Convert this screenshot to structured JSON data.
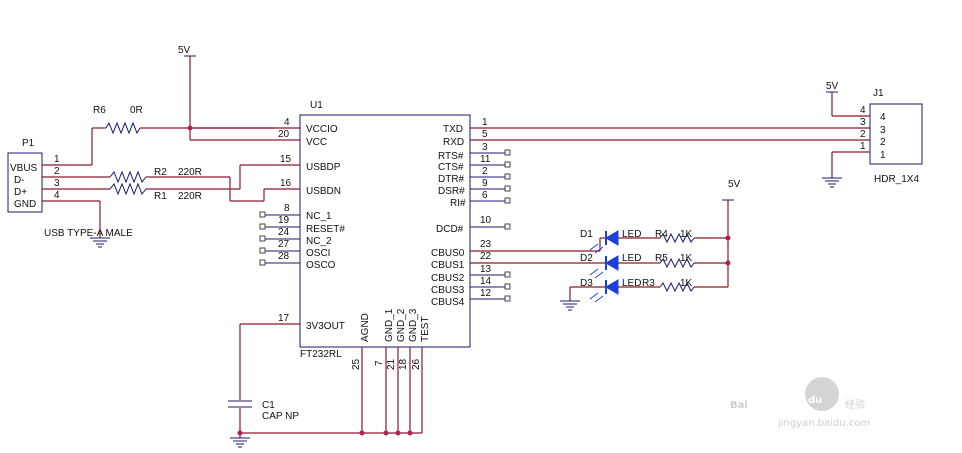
{
  "supply": {
    "label": "5V"
  },
  "p1": {
    "ref": "P1",
    "value": "USB TYPE-A MALE",
    "pins": [
      {
        "name": "VBUS",
        "num": "1"
      },
      {
        "name": "D-",
        "num": "2"
      },
      {
        "name": "D+",
        "num": "3"
      },
      {
        "name": "GND",
        "num": "4"
      }
    ]
  },
  "resistors": {
    "r6": {
      "ref": "R6",
      "value": "0R"
    },
    "r2": {
      "ref": "R2",
      "value": "220R"
    },
    "r1": {
      "ref": "R1",
      "value": "220R"
    },
    "r4": {
      "ref": "R4",
      "value": "1K"
    },
    "r5": {
      "ref": "R5",
      "value": "1K"
    },
    "r3": {
      "ref": "R3",
      "value": "1K"
    }
  },
  "u1": {
    "ref": "U1",
    "value": "FT232RL",
    "left_pins": [
      {
        "name": "VCCIO",
        "num": "4"
      },
      {
        "name": "VCC",
        "num": "20"
      },
      {
        "name": "USBDP",
        "num": "15"
      },
      {
        "name": "USBDN",
        "num": "16"
      },
      {
        "name": "NC_1",
        "num": "8"
      },
      {
        "name": "RESET#",
        "num": "19"
      },
      {
        "name": "NC_2",
        "num": "24"
      },
      {
        "name": "OSCI",
        "num": "27"
      },
      {
        "name": "OSCO",
        "num": "28"
      },
      {
        "name": "3V3OUT",
        "num": "17"
      }
    ],
    "right_pins": [
      {
        "name": "TXD",
        "num": "1"
      },
      {
        "name": "RXD",
        "num": "5"
      },
      {
        "name": "RTS#",
        "num": "3"
      },
      {
        "name": "CTS#",
        "num": "11"
      },
      {
        "name": "DTR#",
        "num": "2"
      },
      {
        "name": "DSR#",
        "num": "9"
      },
      {
        "name": "RI#",
        "num": "6"
      },
      {
        "name": "DCD#",
        "num": "10"
      },
      {
        "name": "CBUS0",
        "num": "23"
      },
      {
        "name": "CBUS1",
        "num": "22"
      },
      {
        "name": "CBUS2",
        "num": "13"
      },
      {
        "name": "CBUS3",
        "num": "14"
      },
      {
        "name": "CBUS4",
        "num": "12"
      }
    ],
    "bottom_pins": [
      {
        "name": "AGND",
        "num": "25"
      },
      {
        "name": "GND_1",
        "num": "7"
      },
      {
        "name": "GND_2",
        "num": "21"
      },
      {
        "name": "GND_3",
        "num": "18"
      },
      {
        "name": "TEST",
        "num": "26"
      }
    ]
  },
  "j1": {
    "ref": "J1",
    "value": "HDR_1X4",
    "pins": [
      "4",
      "3",
      "2",
      "1"
    ],
    "wire_nums": [
      "4",
      "3",
      "2",
      "1"
    ]
  },
  "leds": {
    "d1": {
      "ref": "D1",
      "value": "LED"
    },
    "d2": {
      "ref": "D2",
      "value": "LED"
    },
    "d3": {
      "ref": "D3",
      "value": "LED"
    }
  },
  "c1": {
    "ref": "C1",
    "value": "CAP NP"
  },
  "watermark": {
    "brand_a": "Bai",
    "brand_b": "du",
    "brand_cn": "经验",
    "url": "jingyan.baidu.com"
  },
  "colors": {
    "wire": "#8b1a2a",
    "junction": "#b0205a",
    "led": "#1f3fd9",
    "body": "#1a1a6e"
  }
}
